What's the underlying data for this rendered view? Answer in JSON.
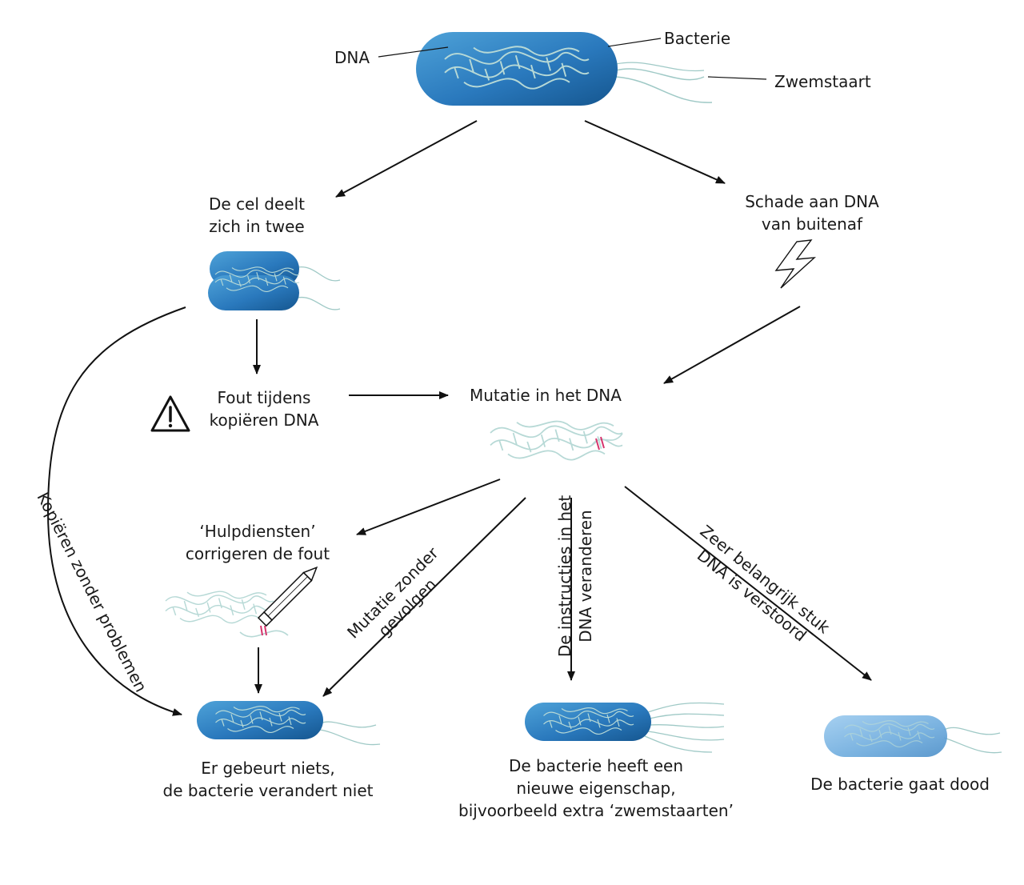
{
  "labels": {
    "dna": "DNA",
    "bacterie": "Bacterie",
    "zwemstaart": "Zwemstaart",
    "cel_deelt": [
      "De cel deelt",
      "zich in twee"
    ],
    "schade": [
      "Schade aan DNA",
      "van buitenaf"
    ],
    "fout": [
      "Fout tijdens",
      "kopiëren DNA"
    ],
    "mutatie": "Mutatie in het DNA",
    "hulpdiensten": [
      "‘Hulpdiensten’",
      "corrigeren de fout"
    ],
    "kopieren_zonder": "Kopiëren  zonder problemen",
    "mutatie_zonder": [
      "Mutatie zonder",
      "gevolgen"
    ],
    "instructies": [
      "De instructies in het",
      "DNA veranderen"
    ],
    "zeer_belangrijk": [
      "Zeer belangrijk stuk",
      "DNA is verstoord"
    ],
    "er_gebeurt": [
      "Er gebeurt niets,",
      "de bacterie verandert niet"
    ],
    "nieuwe_eigenschap": [
      "De bacterie heeft een",
      "nieuwe eigenschap,",
      "bijvoorbeeld extra ‘zwemstaarten’"
    ],
    "gaat_dood": "De bacterie gaat dood"
  },
  "colors": {
    "bacterium_dark": "#1a5f9e",
    "bacterium_light": "#4ea2d8",
    "bacterium_dead": "#7fb8e3",
    "dna_strand": "#b7d9d6",
    "mutation_mark": "#d6336c",
    "arrow": "#111111",
    "flagella": "#9fc9c6"
  }
}
